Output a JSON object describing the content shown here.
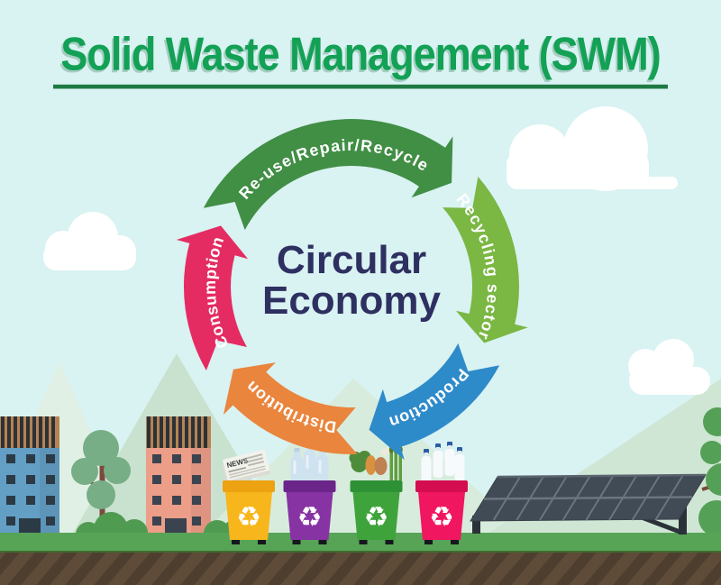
{
  "title": "Solid Waste Management (SWM)",
  "center": {
    "line1": "Circular",
    "line2": "Economy"
  },
  "cycle": {
    "direction": "clockwise",
    "arrows": [
      {
        "label": "Re-use/Repair/Recycle",
        "color": "#418e45",
        "tail": 298,
        "head": 404
      },
      {
        "label": "Recycling sector",
        "color": "#7ab743",
        "tail": 49,
        "head": 113
      },
      {
        "label": "Production",
        "color": "#2e8bca",
        "tail": 118,
        "head": 173
      },
      {
        "label": "Distribution",
        "color": "#e9853c",
        "tail": 178,
        "head": 235
      },
      {
        "label": "Consumption",
        "color": "#e42c62",
        "tail": 240,
        "head": 295
      }
    ]
  },
  "bins": [
    {
      "name": "paper-bin",
      "body_color": "#f7b61b",
      "rim_color": "#eda211",
      "content": "newspaper"
    },
    {
      "name": "plastic-bin",
      "body_color": "#8733a3",
      "rim_color": "#6b2589",
      "content": "plastic-bottles"
    },
    {
      "name": "organic-bin",
      "body_color": "#3fa33c",
      "rim_color": "#2e9135",
      "content": "food-waste"
    },
    {
      "name": "bottle-bin",
      "body_color": "#f01660",
      "rim_color": "#d40d51",
      "content": "water-bottles"
    }
  ],
  "recycle_symbol": "♻",
  "news_label": "NEWS",
  "colors": {
    "title": "#12a155",
    "title_underline": "#1c7a42",
    "center_text": "#2d3060",
    "sky": "#d9f2f2",
    "cloud": "#ffffff",
    "grass": "#57a457",
    "grass_edge": "#416b2f",
    "soil": "#4d3e2f",
    "soil_stripe": "#5e4b38",
    "mountain_light": "#e0f0e5",
    "mountain_mid": "#c9e2cf",
    "building_blue": "#639fc5",
    "building_pink": "#ec9e89",
    "roof": "#b58355",
    "roof_stripe": "#2d3237",
    "tree_leaf": "#77ae85",
    "trunk": "#7b4a3c",
    "bush": "#4f9b51",
    "panel": "#414b55",
    "panel_line": "#6b757f"
  }
}
